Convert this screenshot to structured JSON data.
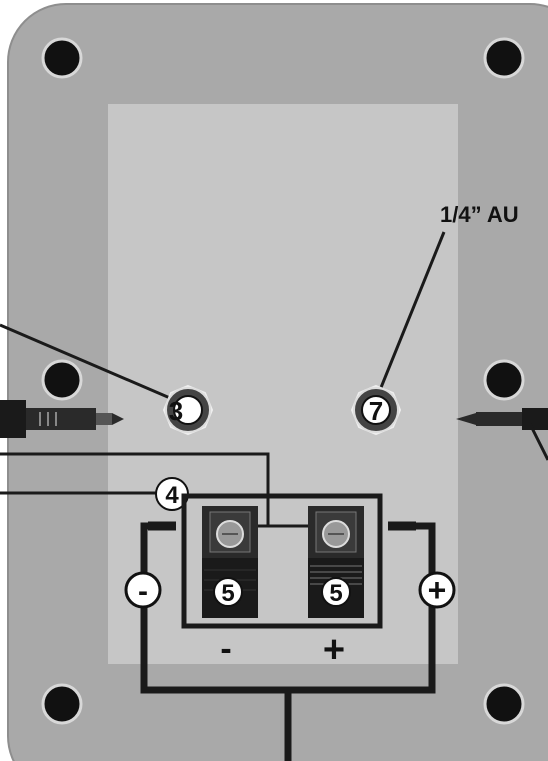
{
  "labels": {
    "callout_aux": "1/4” AU",
    "jack_left_number": "3",
    "jack_right_number": "7",
    "binding_post_number": "4",
    "terminal_left_number": "5",
    "terminal_right_number": "5",
    "terminal_minus": "-",
    "terminal_plus": "+",
    "wire_minus_symbol": "-",
    "wire_plus_symbol": "+"
  },
  "colors": {
    "panel": "#a9a9a9",
    "recess": "#c6c6c6",
    "hole": "#111111",
    "ink": "#1a1a1a",
    "terminal_dark": "#2a2a2a"
  },
  "icons": [
    "mounting-hole-icon",
    "quarter-inch-plug-icon",
    "jack-socket-icon",
    "terminal-screw-icon"
  ]
}
